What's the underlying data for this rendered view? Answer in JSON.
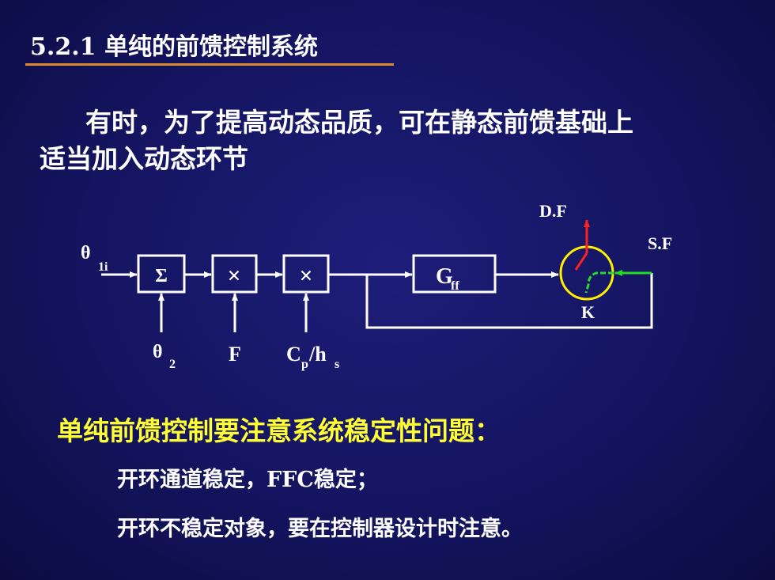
{
  "slide": {
    "title": "5.2.1 单纯的前馈控制系统",
    "paragraph_line1": "有时，为了提高动态品质，可在静态前馈基础上",
    "paragraph_line2": "适当加入动态环节",
    "stability_heading": "单纯前馈控制要注意系统稳定性问题：",
    "notes": [
      "开环通道稳定，FFC稳定；",
      "开环不稳定对象，要在控制器设计时注意。"
    ]
  },
  "diagram": {
    "input_symbol": "θ",
    "input_subscript": "1i",
    "sum_symbol": "Σ",
    "mult_symbol": "×",
    "theta2_symbol": "θ",
    "theta2_subscript": "2",
    "f_label": "F",
    "cp_main": "C",
    "cp_sub": "p",
    "cp_slash_h": "/h",
    "cp_sub2": "s",
    "gff_main": "G",
    "gff_sub": "ff",
    "df_label": "D.F",
    "sf_label": "S.F",
    "k_label": "K",
    "colors": {
      "switch_circle": "#ffee00",
      "df_arrow": "#ff2020",
      "sf_arrow": "#22dd22",
      "title_underline": "#e08a2c",
      "heading": "#ffff33"
    }
  }
}
